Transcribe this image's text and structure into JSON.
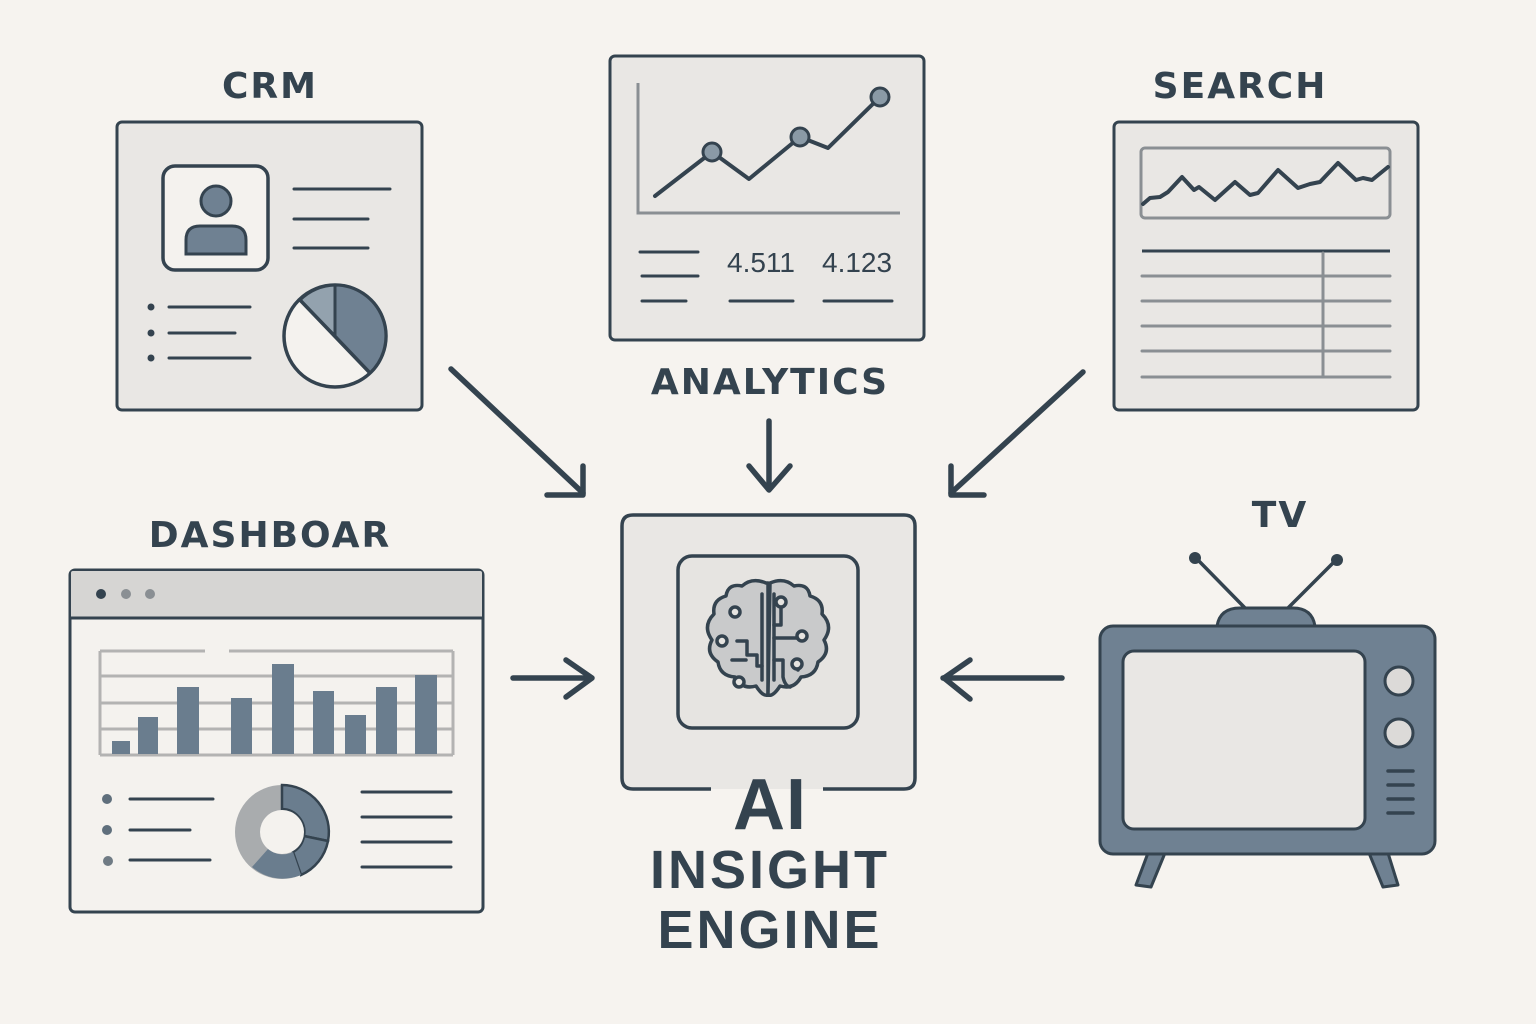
{
  "diagram": {
    "title": "AI Insight Engine",
    "center": {
      "line1": "AI",
      "line2": "INSIGHT",
      "line3": "ENGINE",
      "icon": "brain-circuit-icon"
    },
    "sources": [
      {
        "id": "crm",
        "label": "CRM",
        "icon": "crm-profile-panel-icon"
      },
      {
        "id": "analytics",
        "label": "ANALYTICS",
        "icon": "line-chart-panel-icon",
        "values": [
          "4.511",
          "4.123"
        ]
      },
      {
        "id": "search",
        "label": "SEARCH",
        "icon": "search-trend-table-icon"
      },
      {
        "id": "dashboard",
        "label": "DASHBOAR",
        "icon": "dashboard-window-icon"
      },
      {
        "id": "tv",
        "label": "TV",
        "icon": "television-icon"
      }
    ],
    "edges": [
      {
        "from": "crm",
        "to": "center"
      },
      {
        "from": "analytics",
        "to": "center"
      },
      {
        "from": "search",
        "to": "center"
      },
      {
        "from": "dashboard",
        "to": "center"
      },
      {
        "from": "tv",
        "to": "center"
      }
    ],
    "colors": {
      "background": "#f6f3ef",
      "stroke": "#34434f",
      "panel_fill": "#e9e7e4",
      "accent_fill": "#6f8192",
      "light_accent": "#93a2ae",
      "grid": "#a4a7a9"
    }
  }
}
